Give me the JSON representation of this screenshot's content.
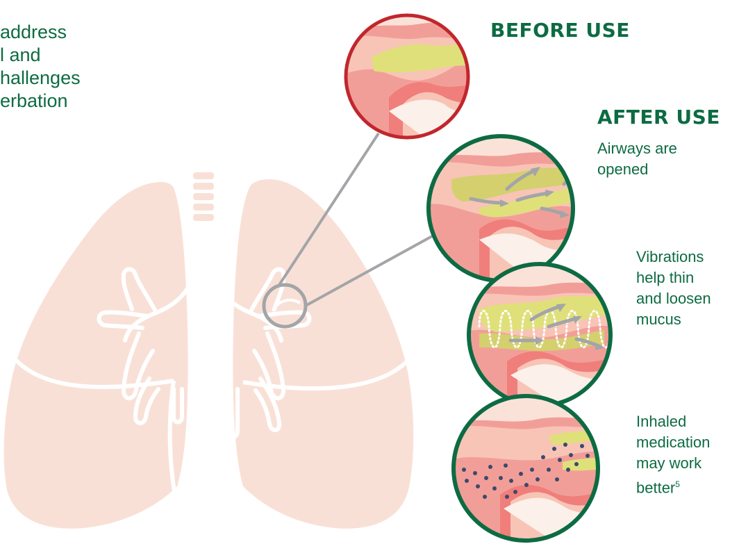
{
  "intro_lines": [
    "address",
    "l and",
    "hallenges",
    "erbation"
  ],
  "before": {
    "title": "BEFORE USE"
  },
  "after": {
    "title": "AFTER USE",
    "caption_lines": [
      "Airways are",
      "opened"
    ]
  },
  "vibrations": {
    "caption_lines": [
      "Vibrations",
      "help thin",
      "and loosen",
      "mucus"
    ]
  },
  "medication": {
    "caption_lines": [
      "Inhaled",
      "medication",
      "may work"
    ],
    "caption_last": "better",
    "caption_footnote": "5"
  },
  "colors": {
    "green": "#0d6b43",
    "red_ring": "#c0272d",
    "lung": "#f9e0d6",
    "connector": "#a3a5a8",
    "mucus": "#dfe07a"
  }
}
